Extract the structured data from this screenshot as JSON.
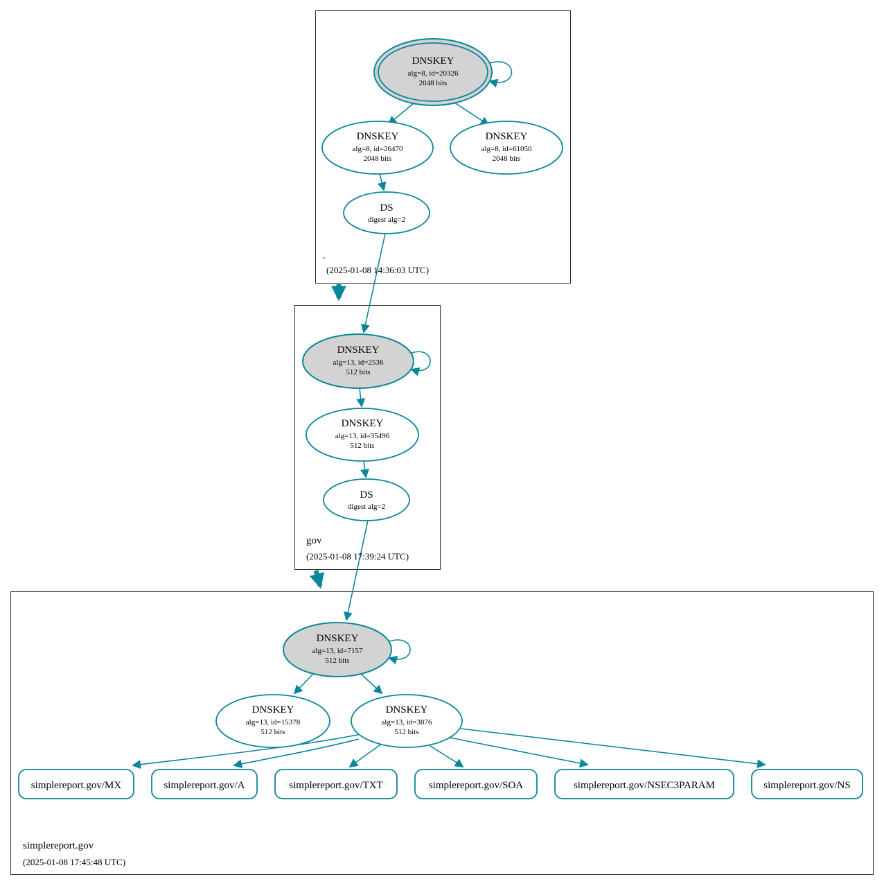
{
  "accent_color": "#0a879a",
  "ksk_fill_color": "#d3d3d3",
  "zones": [
    {
      "name": ".",
      "timestamp": "(2025-01-08 14:36:03 UTC)",
      "nodes": {
        "ksk": {
          "type": "DNSKEY",
          "detail": "alg=8, id=20326",
          "bits": "2048 bits"
        },
        "zsk1": {
          "type": "DNSKEY",
          "detail": "alg=8, id=26470",
          "bits": "2048 bits"
        },
        "zsk2": {
          "type": "DNSKEY",
          "detail": "alg=8, id=61050",
          "bits": "2048 bits"
        },
        "ds": {
          "type": "DS",
          "detail": "digest alg=2"
        }
      },
      "edges": [
        {
          "from": "ksk",
          "to": "ksk"
        },
        {
          "from": "ksk",
          "to": "zsk1"
        },
        {
          "from": "ksk",
          "to": "zsk2"
        },
        {
          "from": "zsk1",
          "to": "ds"
        },
        {
          "from": "ds",
          "to": "gov/ksk"
        }
      ]
    },
    {
      "name": "gov",
      "timestamp": "(2025-01-08 17:39:24 UTC)",
      "nodes": {
        "ksk": {
          "type": "DNSKEY",
          "detail": "alg=13, id=2536",
          "bits": "512 bits"
        },
        "zsk": {
          "type": "DNSKEY",
          "detail": "alg=13, id=35496",
          "bits": "512 bits"
        },
        "ds": {
          "type": "DS",
          "detail": "digest alg=2"
        }
      },
      "edges": [
        {
          "from": "ksk",
          "to": "ksk"
        },
        {
          "from": "ksk",
          "to": "zsk"
        },
        {
          "from": "zsk",
          "to": "ds"
        },
        {
          "from": "ds",
          "to": "simplereport.gov/ksk"
        }
      ]
    },
    {
      "name": "simplereport.gov",
      "timestamp": "(2025-01-08 17:45:48 UTC)",
      "nodes": {
        "ksk": {
          "type": "DNSKEY",
          "detail": "alg=13, id=7157",
          "bits": "512 bits"
        },
        "zsk1": {
          "type": "DNSKEY",
          "detail": "alg=13, id=15378",
          "bits": "512 bits"
        },
        "zsk2": {
          "type": "DNSKEY",
          "detail": "alg=13, id=3876",
          "bits": "512 bits"
        }
      },
      "rrsets": [
        "simplereport.gov/MX",
        "simplereport.gov/A",
        "simplereport.gov/TXT",
        "simplereport.gov/SOA",
        "simplereport.gov/NSEC3PARAM",
        "simplereport.gov/NS"
      ],
      "edges": [
        {
          "from": "ksk",
          "to": "ksk"
        },
        {
          "from": "ksk",
          "to": "zsk1"
        },
        {
          "from": "ksk",
          "to": "zsk2"
        },
        {
          "from": "zsk2",
          "to": "simplereport.gov/MX"
        },
        {
          "from": "zsk2",
          "to": "simplereport.gov/A"
        },
        {
          "from": "zsk2",
          "to": "simplereport.gov/TXT"
        },
        {
          "from": "zsk2",
          "to": "simplereport.gov/SOA"
        },
        {
          "from": "zsk2",
          "to": "simplereport.gov/NSEC3PARAM"
        },
        {
          "from": "zsk2",
          "to": "simplereport.gov/NS"
        }
      ]
    }
  ]
}
